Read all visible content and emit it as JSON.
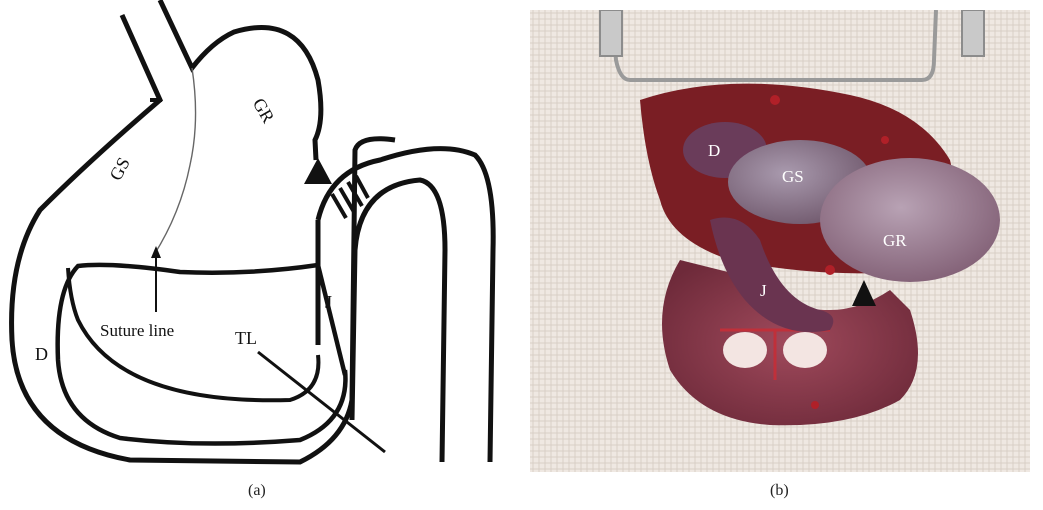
{
  "panel_a": {
    "caption": "(a)",
    "labels": {
      "gr": "GR",
      "gs": "GS",
      "d": "D",
      "j": "J",
      "tl": "TL",
      "suture": "Suture line"
    }
  },
  "panel_b": {
    "caption": "(b)",
    "labels": {
      "d": "D",
      "gs": "GS",
      "gr": "GR",
      "j": "J"
    }
  },
  "colors": {
    "line": "#111111",
    "gauze": "#f1ebe6",
    "tissue": "#8a3a4c",
    "wound": "#b02028"
  }
}
